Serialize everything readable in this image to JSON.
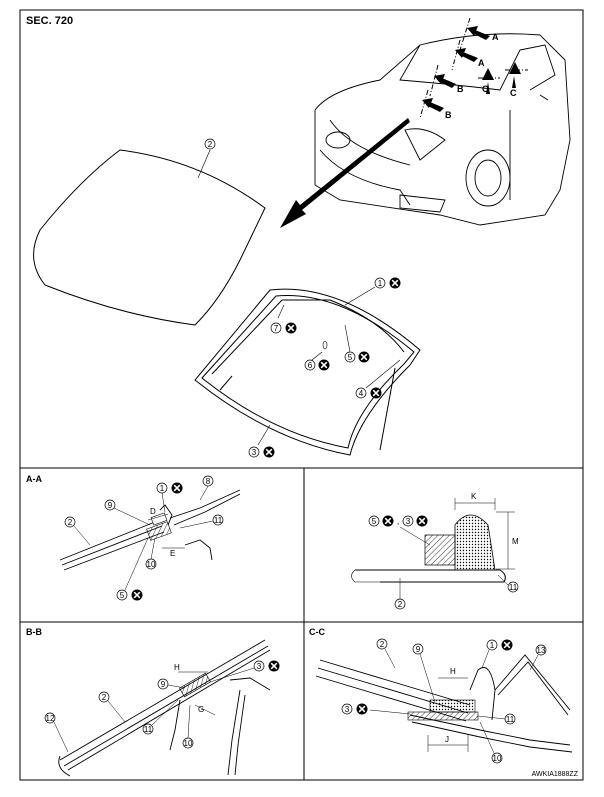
{
  "section": "SEC. 720",
  "views": {
    "aa": "A-A",
    "bb": "B-B",
    "cc": "C-C"
  },
  "arrow_letters": [
    "A",
    "A",
    "B",
    "B",
    "C",
    "C"
  ],
  "parts": {
    "p1": "1",
    "p2": "2",
    "p3": "3",
    "p4": "4",
    "p5": "5",
    "p6": "6",
    "p7": "7",
    "p8": "8",
    "p9": "9",
    "p10": "10",
    "p11": "11",
    "p12": "12",
    "p13": "13"
  },
  "dimensions": {
    "d": "D",
    "e": "E",
    "k": "K",
    "m": "M",
    "h": "H",
    "g": "G",
    "j": "J"
  },
  "separator": ",",
  "figure_code": "AWKIA1888ZZ",
  "icons": {
    "non_reusable": "circled-x-icon"
  }
}
